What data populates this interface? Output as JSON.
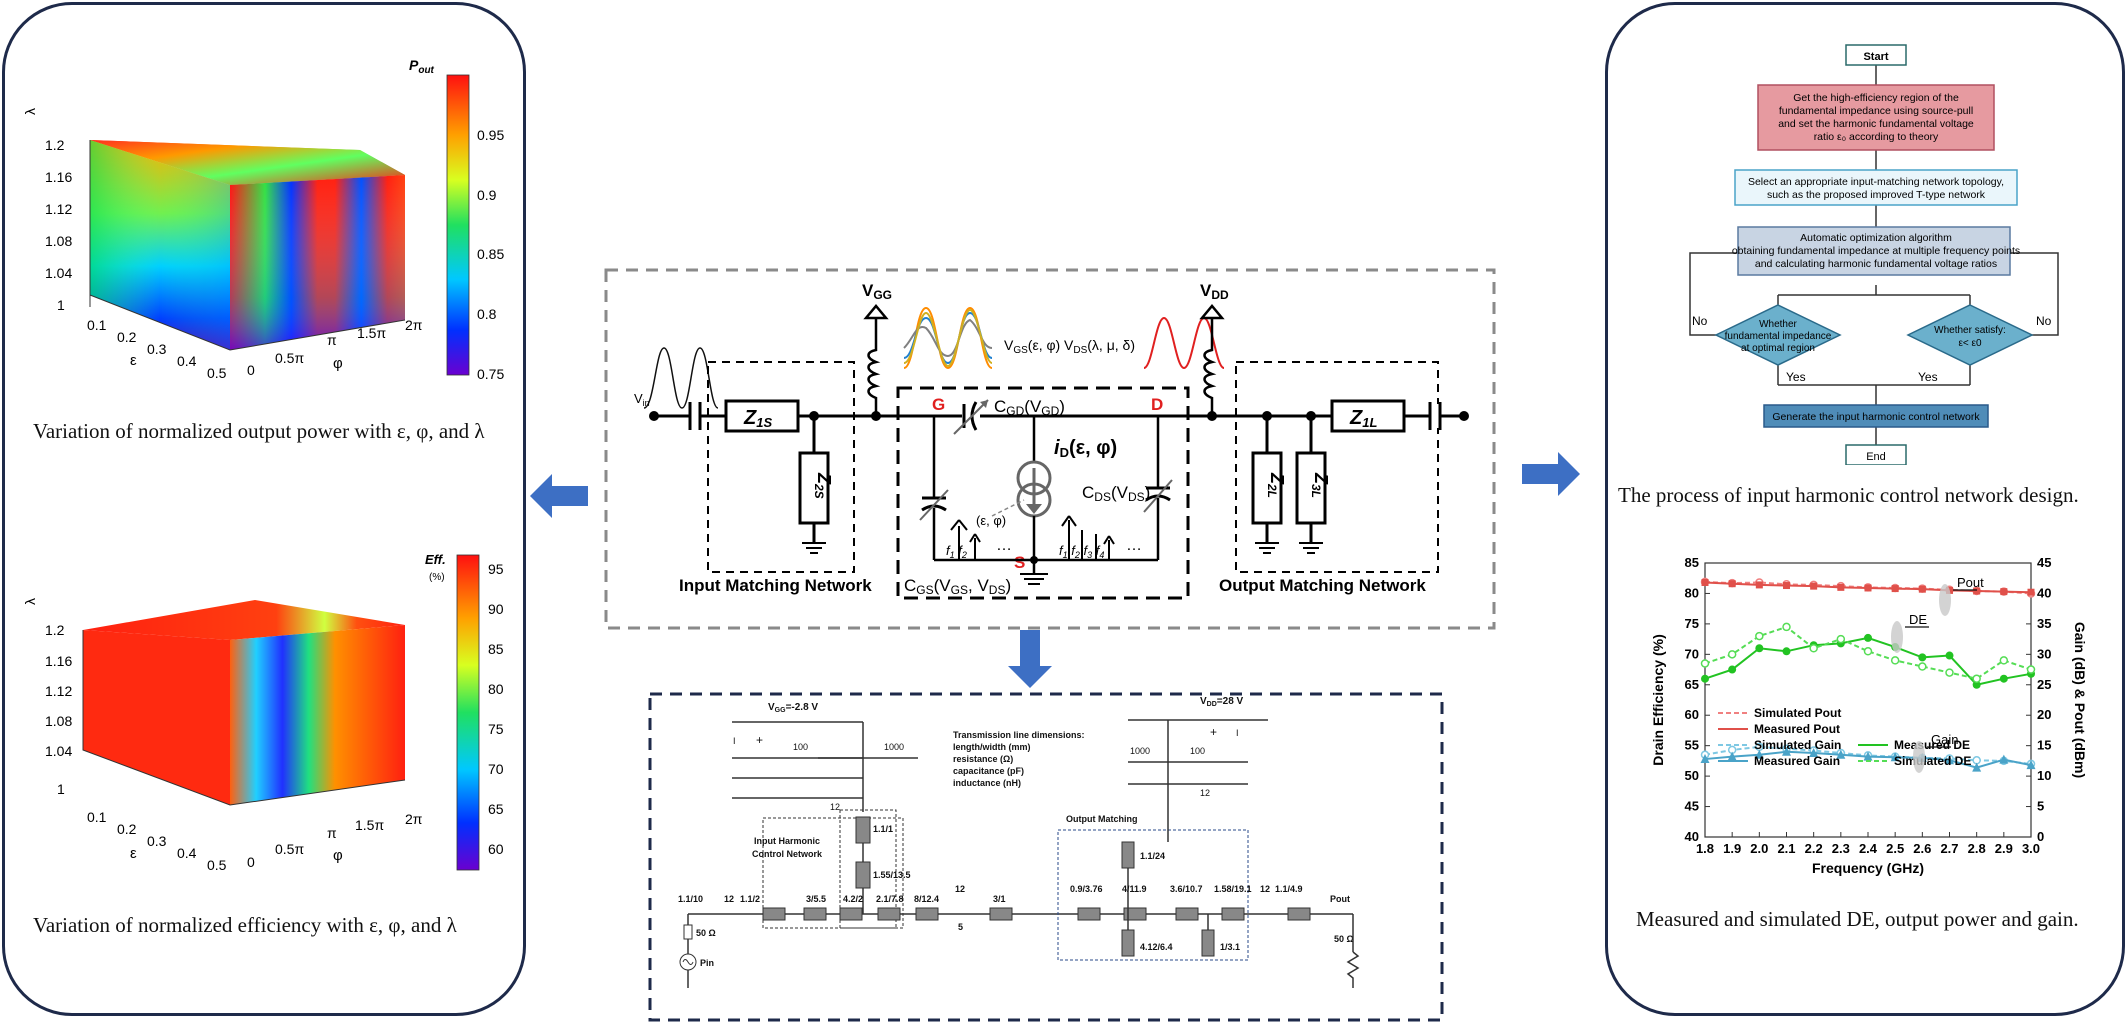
{
  "left": {
    "pout_plot": {
      "colorbar_title": "P",
      "colorbar_title_sub": "out",
      "colorbar_ticks": [
        "0.95",
        "0.9",
        "0.85",
        "0.8",
        "0.75"
      ],
      "lambda_label": "λ",
      "lambda_ticks": [
        "1.2",
        "1.16",
        "1.12",
        "1.08",
        "1.04",
        "1"
      ],
      "eps_label": "ε",
      "eps_ticks": [
        "0.1",
        "0.2",
        "0.3",
        "0.4",
        "0.5"
      ],
      "phi_label": "φ",
      "phi_ticks": [
        "0",
        "0.5π",
        "π",
        "1.5π",
        "2π"
      ]
    },
    "pout_caption": "Variation of normalized output power with ε, φ, and λ",
    "eff_plot": {
      "colorbar_title": "Eff.",
      "colorbar_unit": "(%)",
      "colorbar_ticks": [
        "95",
        "90",
        "85",
        "80",
        "75",
        "70",
        "65",
        "60"
      ],
      "lambda_label": "λ",
      "lambda_ticks": [
        "1.2",
        "1.16",
        "1.12",
        "1.08",
        "1.04",
        "1"
      ],
      "eps_label": "ε",
      "eps_ticks": [
        "0.1",
        "0.2",
        "0.3",
        "0.4",
        "0.5"
      ],
      "phi_label": "φ",
      "phi_ticks": [
        "0",
        "0.5π",
        "π",
        "1.5π",
        "2π"
      ]
    },
    "eff_caption": "Variation of normalized efficiency with ε, φ, and λ"
  },
  "center": {
    "vgg": "V",
    "vgg_sub": "GG",
    "vdd": "V",
    "vdd_sub": "DD",
    "vin": "V",
    "vin_sub": "in",
    "vgs_label": "V",
    "vgs_sub": "GS",
    "vgs_args": "(ε, φ)",
    "vds_label": "V",
    "vds_sub": "DS",
    "vds_args": "(λ, μ, δ)",
    "z1s": "Z",
    "z1s_sub": "1S",
    "z2s": "Z",
    "z2s_sub": "2S",
    "z1l": "Z",
    "z1l_sub": "1L",
    "z2l": "Z",
    "z2l_sub": "2L",
    "z3l": "Z",
    "z3l_sub": "3L",
    "g": "G",
    "d": "D",
    "s": "S",
    "cgd": "C",
    "cgd_sub": "GD",
    "cgd_args_v": "V",
    "cgd_args_sub": "GD",
    "id": "i",
    "id_sub": "D",
    "id_args": "(ε, φ)",
    "cds": "C",
    "cds_sub": "DS",
    "cds_args_v": "V",
    "cds_args_sub": "DS",
    "cgs": "C",
    "cgs_sub": "GS",
    "cgs_args_v1": "V",
    "cgs_args_sub1": "GS",
    "cgs_args_v2": "V",
    "cgs_args_sub2": "DS",
    "eps_phi": "(ε, φ)",
    "f_in": [
      "f",
      "f"
    ],
    "f_in_subs": [
      "1",
      "2"
    ],
    "f_out": [
      "f",
      "f",
      "f",
      "f"
    ],
    "f_out_subs": [
      "1",
      "2",
      "3",
      "4"
    ],
    "dots": "…",
    "input_net": "Input Matching Network",
    "output_net": "Output Matching Network"
  },
  "schematic": {
    "vgg_text": "V",
    "vgg_sub": "GG",
    "vgg_val": "=-2.8 V",
    "vdd_text": "V",
    "vdd_sub": "DD",
    "vdd_val": "=28 V",
    "tl_dims": [
      "Transmission line dimensions:",
      "length/width (mm)",
      "resistance (Ω)",
      "capacitance (pF)",
      "inductance (nH)"
    ],
    "in_caps": [
      "100",
      "1000",
      "12"
    ],
    "out_caps": [
      "1000",
      "100"
    ],
    "out_cap_12": "12",
    "input_harmonic": [
      "Input Harmonic",
      "Control Network"
    ],
    "output_matching": "Output Matching",
    "stub_labels": [
      "1.1/1",
      "1.55/13.5"
    ],
    "main_in": [
      "1.1/10",
      "12",
      "1.1/2",
      "3/5.5",
      "4.2/2",
      "2.1/7.8",
      "8/12.4",
      "12",
      "5",
      "3/1"
    ],
    "main_out": [
      "0.9/3.76",
      "4/11.9",
      "3.6/10.7",
      "1.58/19.1",
      "12",
      "1.1/4.9"
    ],
    "out_stubs": [
      "1.1/24",
      "4.12/6.4",
      "1/3.1"
    ],
    "res_in": "50 Ω",
    "res_out": "50 Ω",
    "pin": "Pin",
    "pout": "Pout",
    "plus_minus": [
      "I",
      "+",
      "+",
      "I"
    ]
  },
  "right": {
    "flow": {
      "start": "Start",
      "step1": [
        "Get the high-efficiency region of the",
        "fundamental impedance using source-pull",
        "and set the harmonic fundamental voltage",
        "ratio ε₀ according to theory"
      ],
      "step2": [
        "Select an appropriate input-matching network topology,",
        "such as the proposed improved T-type network"
      ],
      "step3": [
        "Automatic optimization algorithm",
        "obtaining fundamental impedance at multiple frequency points",
        "and calculating harmonic fundamental voltage ratios"
      ],
      "dec1": [
        "Whether",
        "fundamental impedance",
        "at optimal region"
      ],
      "dec2": [
        "Whether satisfy:",
        "ε< ε0"
      ],
      "no": "No",
      "yes": "Yes",
      "step4": "Generate the input harmonic control network",
      "end": "End"
    },
    "flow_caption": "The process of input harmonic control network design.",
    "chart_caption": "Measured and simulated DE, output power and gain."
  },
  "chart_data": {
    "type": "line",
    "xlabel": "Frequency (GHz)",
    "ylabel": "Drain Efficiency (%)",
    "y2label": "Gain (dB) & Pout (dBm)",
    "xlim": [
      1.8,
      3.0
    ],
    "ylim": [
      40,
      85
    ],
    "y2lim": [
      0,
      45
    ],
    "xticks": [
      "1.8",
      "1.9",
      "2.0",
      "2.1",
      "2.2",
      "2.3",
      "2.4",
      "2.5",
      "2.6",
      "2.7",
      "2.8",
      "2.9",
      "3.0"
    ],
    "yticks": [
      "40",
      "45",
      "50",
      "55",
      "60",
      "65",
      "70",
      "75",
      "80",
      "85"
    ],
    "y2ticks": [
      "0",
      "5",
      "10",
      "15",
      "20",
      "25",
      "30",
      "35",
      "40",
      "45"
    ],
    "annotations": [
      "Pout",
      "DE",
      "Gain"
    ],
    "series": [
      {
        "name": "Simulated Pout",
        "axis": "y2",
        "color": "#f08080",
        "style": "open",
        "x": [
          1.8,
          1.9,
          2.0,
          2.1,
          2.2,
          2.3,
          2.4,
          2.5,
          2.6,
          2.7,
          2.8,
          2.9,
          3.0
        ],
        "y": [
          41.9,
          41.7,
          41.8,
          41.5,
          41.4,
          41.2,
          41.0,
          40.9,
          40.8,
          40.6,
          40.4,
          40.3,
          40.0
        ]
      },
      {
        "name": "Measured Pout",
        "axis": "y2",
        "color": "#e0504a",
        "style": "filled-square",
        "x": [
          1.8,
          1.9,
          2.0,
          2.1,
          2.2,
          2.3,
          2.4,
          2.5,
          2.6,
          2.7,
          2.8,
          2.9,
          3.0
        ],
        "y": [
          41.8,
          41.6,
          41.4,
          41.3,
          41.2,
          41.0,
          40.9,
          40.8,
          40.7,
          40.5,
          40.4,
          40.3,
          40.2
        ]
      },
      {
        "name": "Simulated Gain",
        "axis": "y2",
        "color": "#7ec8e3",
        "style": "open",
        "x": [
          1.8,
          1.9,
          2.0,
          2.1,
          2.2,
          2.3,
          2.4,
          2.5,
          2.6,
          2.7,
          2.8,
          2.9,
          3.0
        ],
        "y": [
          13.5,
          14.3,
          14.8,
          14.5,
          14.2,
          13.8,
          13.4,
          13.2,
          13.0,
          12.9,
          12.6,
          12.5,
          12.0
        ]
      },
      {
        "name": "Measured Gain",
        "axis": "y2",
        "color": "#4aa3c8",
        "style": "filled-triangle",
        "x": [
          1.8,
          1.9,
          2.0,
          2.1,
          2.2,
          2.3,
          2.4,
          2.5,
          2.6,
          2.7,
          2.8,
          2.9,
          3.0
        ],
        "y": [
          12.8,
          13.2,
          13.5,
          14.0,
          13.8,
          13.5,
          13.2,
          13.1,
          13.0,
          12.6,
          11.4,
          12.7,
          11.8
        ]
      },
      {
        "name": "Measured DE",
        "axis": "y",
        "color": "#22c322",
        "style": "filled-circle",
        "x": [
          1.8,
          1.9,
          2.0,
          2.1,
          2.2,
          2.3,
          2.4,
          2.5,
          2.6,
          2.7,
          2.8,
          2.9,
          3.0
        ],
        "y": [
          66.0,
          67.5,
          71.0,
          70.5,
          71.5,
          71.8,
          72.7,
          71.2,
          69.5,
          69.8,
          65.0,
          66.0,
          66.8
        ]
      },
      {
        "name": "Simulated DE",
        "axis": "y",
        "color": "#55dd55",
        "style": "open",
        "x": [
          1.8,
          1.9,
          2.0,
          2.1,
          2.2,
          2.3,
          2.4,
          2.5,
          2.6,
          2.7,
          2.8,
          2.9,
          3.0
        ],
        "y": [
          68.5,
          70.0,
          73.0,
          74.5,
          71.0,
          72.5,
          70.5,
          69.0,
          68.0,
          67.0,
          66.0,
          69.0,
          67.5
        ]
      }
    ]
  }
}
